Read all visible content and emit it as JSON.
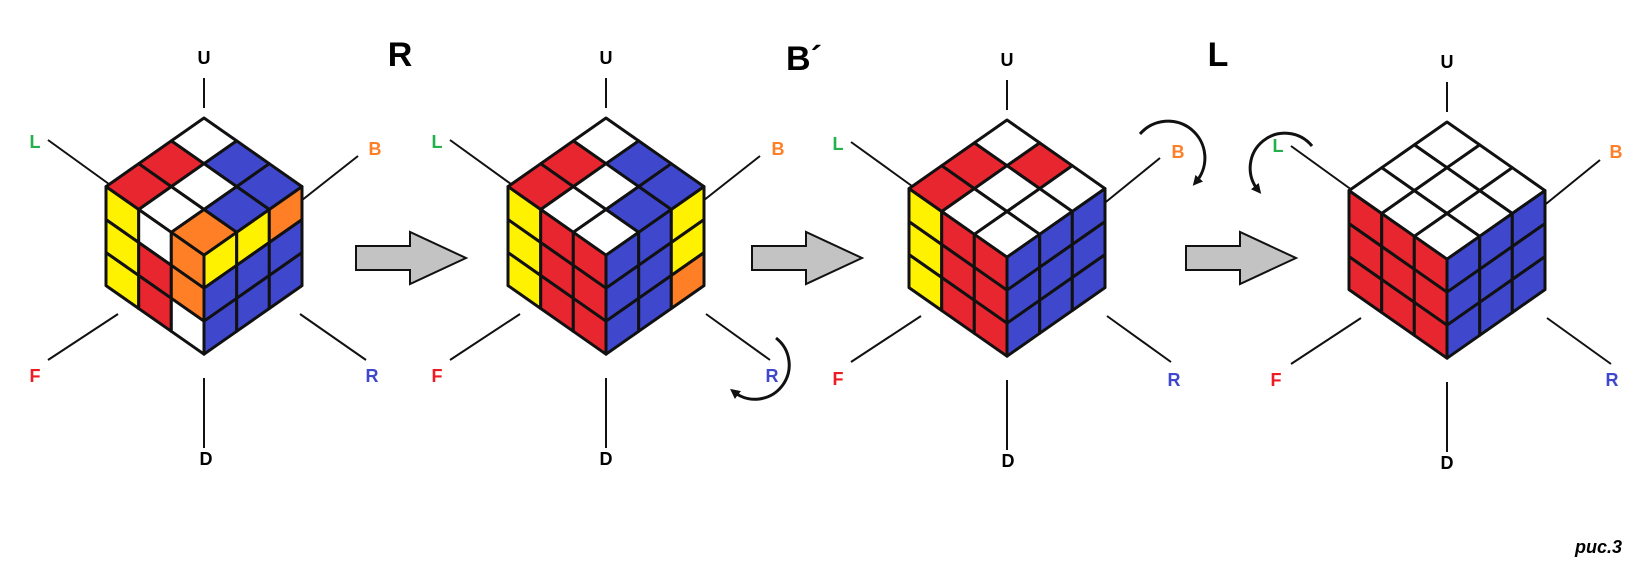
{
  "colors": {
    "W": "#ffffff",
    "R": "#e8262f",
    "B": "#3f48cc",
    "Y": "#fff200",
    "O": "#ff7f27",
    "outline": "#111111",
    "arrow_fill": "#c3c3c3",
    "label_U": "#000000",
    "label_D": "#000000",
    "label_L": "#22b14c",
    "label_B": "#ff7f27",
    "label_F": "#ed1c24",
    "label_R": "#3f48cc"
  },
  "axis_labels": {
    "U": "U",
    "D": "D",
    "L": "L",
    "B": "B",
    "F": "F",
    "R": "R"
  },
  "moves": [
    "R",
    "B´",
    "L"
  ],
  "caption": "рис.3",
  "cubes": [
    {
      "step": 1,
      "top": [
        [
          "W",
          "B",
          "B"
        ],
        [
          "R",
          "W",
          "B"
        ],
        [
          "R",
          "W",
          "O"
        ]
      ],
      "left": [
        [
          "Y",
          "W",
          "O"
        ],
        [
          "Y",
          "R",
          "O"
        ],
        [
          "Y",
          "R",
          "W"
        ]
      ],
      "right": [
        [
          "Y",
          "Y",
          "O"
        ],
        [
          "B",
          "B",
          "B"
        ],
        [
          "B",
          "B",
          "B"
        ]
      ]
    },
    {
      "step": 2,
      "top": [
        [
          "W",
          "B",
          "B"
        ],
        [
          "R",
          "W",
          "B"
        ],
        [
          "R",
          "W",
          "W"
        ]
      ],
      "left": [
        [
          "Y",
          "R",
          "R"
        ],
        [
          "Y",
          "R",
          "R"
        ],
        [
          "Y",
          "R",
          "R"
        ]
      ],
      "right": [
        [
          "B",
          "B",
          "Y"
        ],
        [
          "B",
          "B",
          "Y"
        ],
        [
          "B",
          "B",
          "O"
        ]
      ]
    },
    {
      "step": 3,
      "top": [
        [
          "W",
          "R",
          "W"
        ],
        [
          "R",
          "W",
          "W"
        ],
        [
          "R",
          "W",
          "W"
        ]
      ],
      "left": [
        [
          "Y",
          "R",
          "R"
        ],
        [
          "Y",
          "R",
          "R"
        ],
        [
          "Y",
          "R",
          "R"
        ]
      ],
      "right": [
        [
          "B",
          "B",
          "B"
        ],
        [
          "B",
          "B",
          "B"
        ],
        [
          "B",
          "B",
          "B"
        ]
      ]
    },
    {
      "step": 4,
      "top": [
        [
          "W",
          "W",
          "W"
        ],
        [
          "W",
          "W",
          "W"
        ],
        [
          "W",
          "W",
          "W"
        ]
      ],
      "left": [
        [
          "R",
          "R",
          "R"
        ],
        [
          "R",
          "R",
          "R"
        ],
        [
          "R",
          "R",
          "R"
        ]
      ],
      "right": [
        [
          "B",
          "B",
          "B"
        ],
        [
          "B",
          "B",
          "B"
        ],
        [
          "B",
          "B",
          "B"
        ]
      ]
    }
  ],
  "rotation_markers": [
    {
      "face": "R",
      "cube": 2
    },
    {
      "face": "B",
      "cube": 3
    },
    {
      "face": "L",
      "cube": 4
    }
  ]
}
